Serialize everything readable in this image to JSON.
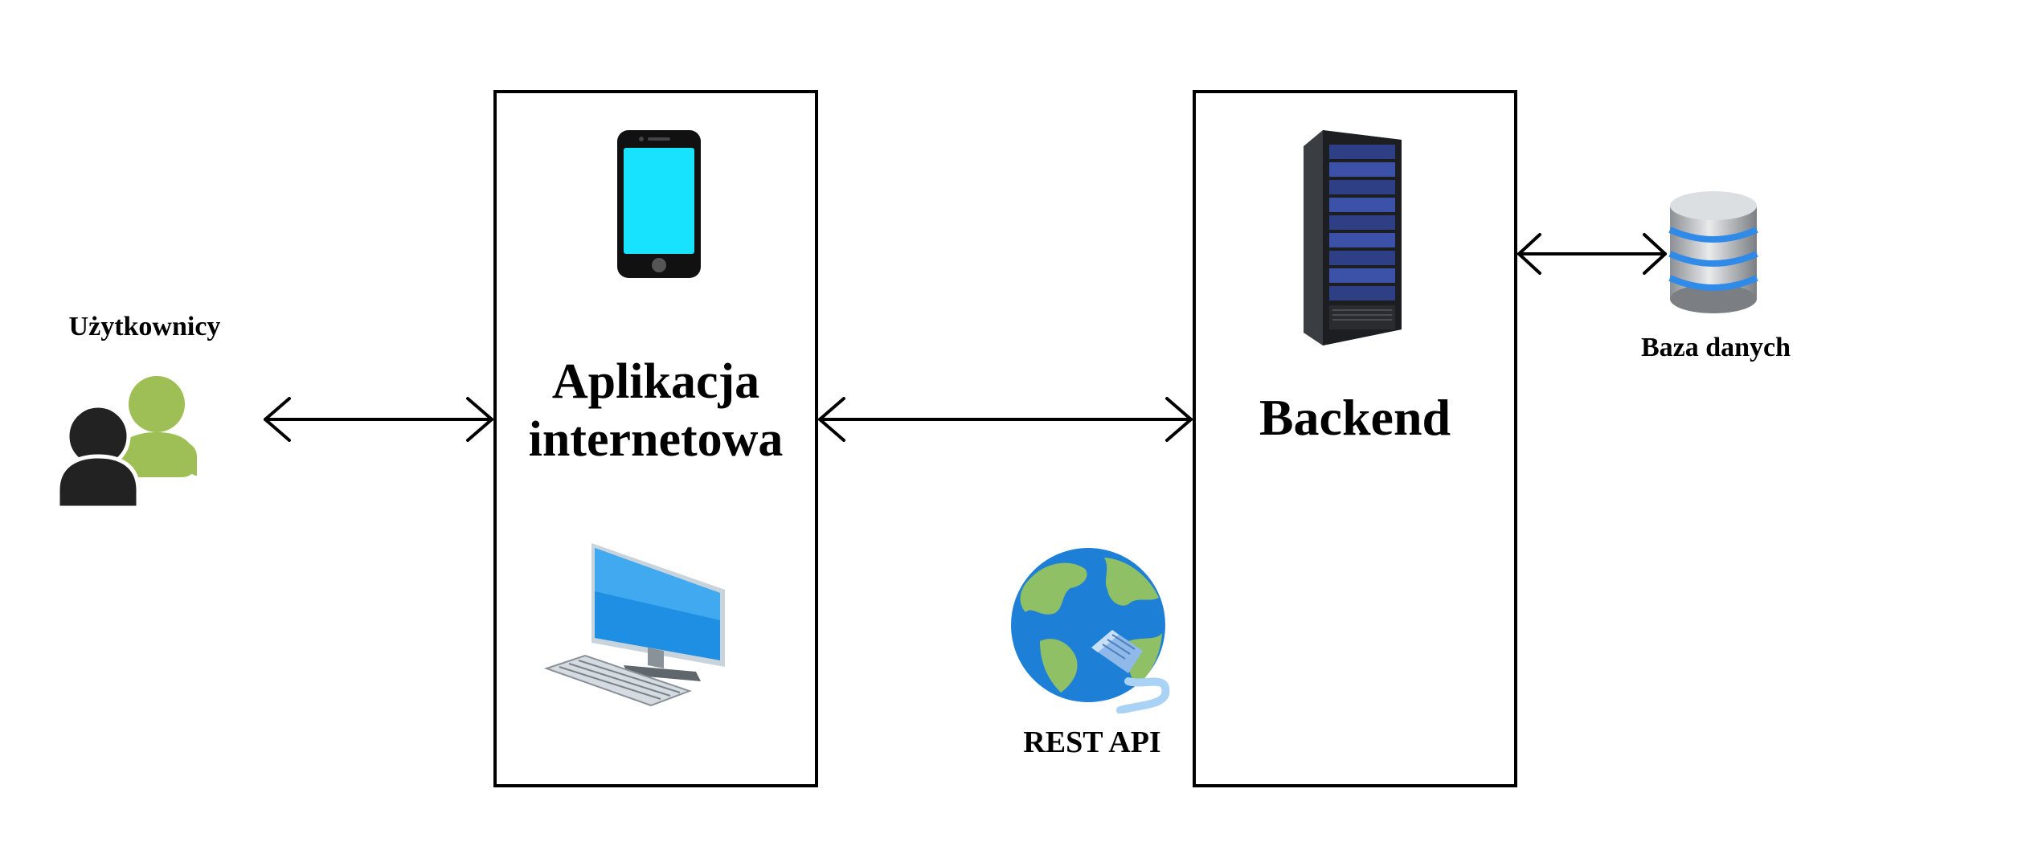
{
  "diagram": {
    "users": {
      "label": "Użytkownicy",
      "icon": "users-icon",
      "colors": {
        "front": "#222222",
        "back": "#9dbf55"
      }
    },
    "web_app": {
      "label_line1": "Aplikacja",
      "label_line2": "internetowa",
      "icons": [
        "smartphone-icon",
        "desktop-computer-icon"
      ],
      "accent": "#18e3ff"
    },
    "backend": {
      "label": "Backend",
      "icon": "server-rack-icon"
    },
    "rest_api": {
      "label": "REST API",
      "icon": "globe-network-icon",
      "colors": {
        "ocean": "#1e7fd6",
        "land": "#8fc065"
      }
    },
    "database": {
      "label": "Baza danych",
      "icon": "database-icon",
      "accent": "#2f8ae8"
    },
    "connections": [
      {
        "from": "users",
        "to": "web_app",
        "type": "bidirectional"
      },
      {
        "from": "web_app",
        "to": "backend",
        "type": "bidirectional"
      },
      {
        "from": "backend",
        "to": "database",
        "type": "bidirectional"
      }
    ]
  }
}
